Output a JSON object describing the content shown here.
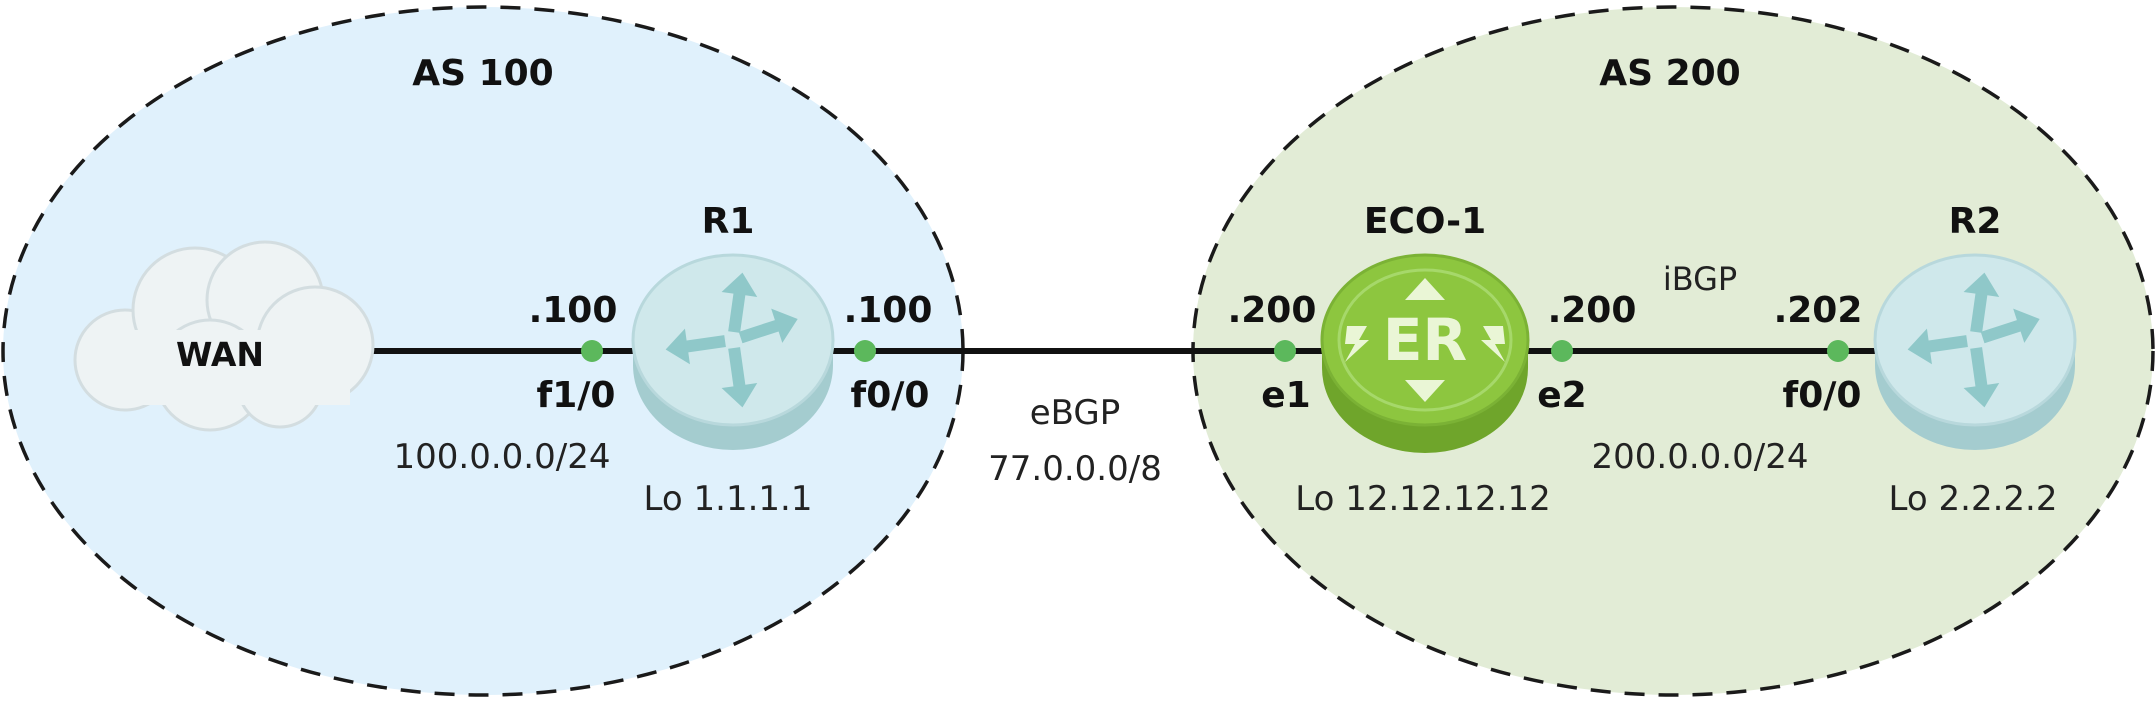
{
  "colors": {
    "as100_fill": "#e0f1fc",
    "as200_fill": "#e2ecd6",
    "boundary_stroke": "#1a1a1a",
    "link": "#111111",
    "port_dot": "#5cb85c",
    "router_body": "#c9e6e9",
    "router_side": "#a4cccf",
    "router_arrow": "#8fc8c9",
    "eco_body": "#8dc63f",
    "eco_side": "#6fa52b",
    "cloud": "#eef3f4"
  },
  "as100": {
    "label": "AS 100"
  },
  "as200": {
    "label": "AS 200"
  },
  "wan": {
    "label": "WAN",
    "icon": "cloud-icon"
  },
  "r1": {
    "name": "R1",
    "icon": "router-icon",
    "left_ip": ".100",
    "left_port": "f1/0",
    "right_ip": ".100",
    "right_port": "f0/0",
    "loopback": "Lo 1.1.1.1"
  },
  "wan_subnet": "100.0.0.0/24",
  "ebgp": {
    "label": "eBGP",
    "subnet": "77.0.0.0/8"
  },
  "eco1": {
    "name": "ECO-1",
    "icon": "eco-router-icon",
    "badge": "ER",
    "left_ip": ".200",
    "left_port": "e1",
    "right_ip": ".200",
    "right_port": "e2",
    "loopback": "Lo 12.12.12.12"
  },
  "ibgp": {
    "label": "iBGP",
    "subnet": "200.0.0.0/24"
  },
  "r2": {
    "name": "R2",
    "icon": "router-icon",
    "left_ip": ".202",
    "left_port": "f0/0",
    "loopback": "Lo 2.2.2.2"
  }
}
